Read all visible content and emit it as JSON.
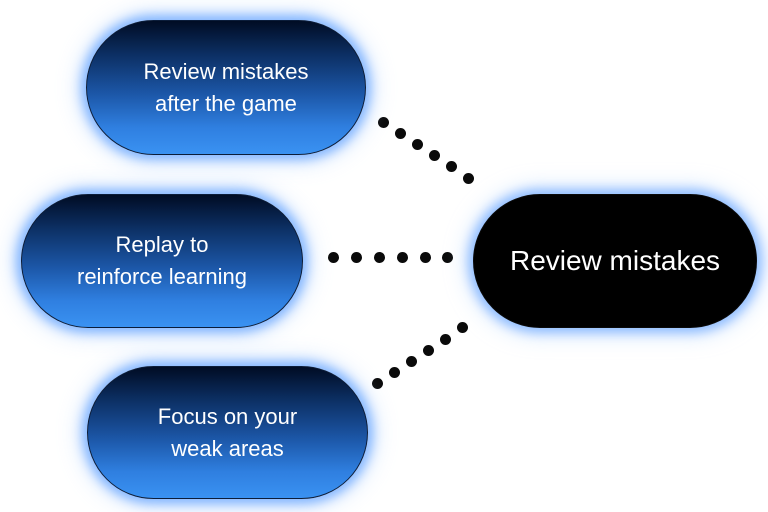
{
  "center_node": {
    "label": "Review mistakes"
  },
  "branches": [
    {
      "line1": "Review mistakes",
      "line2": "after the game"
    },
    {
      "line1": "Replay to",
      "line2": "reinforce learning"
    },
    {
      "line1": "Focus on your",
      "line2": "weak areas"
    }
  ],
  "colors": {
    "pill_top": "#000c24",
    "pill_bottom": "#3a92f2",
    "center_fill": "#000000",
    "glow": "#78afff",
    "connector_dots": "#0a0a0a",
    "text": "#ffffff"
  }
}
